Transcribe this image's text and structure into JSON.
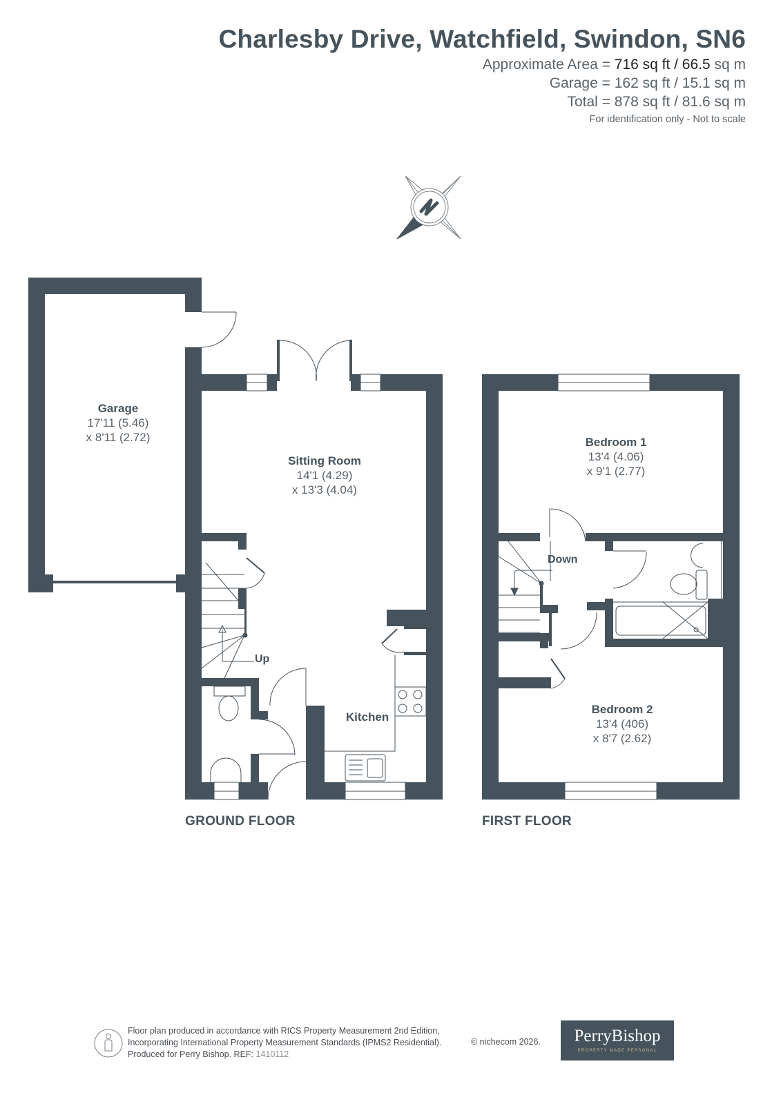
{
  "header": {
    "title": "Charlesby Drive, Watchfield, Swindon, SN6",
    "approx_area_label": "Approximate Area = ",
    "approx_area_value": "716 sq ft / 66.5",
    "approx_area_unit": " sq m",
    "garage_area": "Garage = 162 sq ft / 15.1 sq m",
    "total_area": "Total = 878 sq ft / 81.6 sq m",
    "note": "For identification only - Not to scale"
  },
  "compass": {
    "icon": "north-compass-icon",
    "letter": "N"
  },
  "ground_floor": {
    "label": "GROUND FLOOR",
    "rooms": [
      {
        "name": "Garage",
        "dim1": "17'11 (5.46)",
        "dim2": "x 8'11 (2.72)"
      },
      {
        "name": "Sitting Room",
        "dim1": "14'1 (4.29)",
        "dim2": "x 13'3 (4.04)"
      },
      {
        "name": "Kitchen"
      }
    ],
    "stairs_label": "Up"
  },
  "first_floor": {
    "label": "FIRST FLOOR",
    "rooms": [
      {
        "name": "Bedroom 1",
        "dim1": "13'4 (4.06)",
        "dim2": "x 9'1 (2.77)"
      },
      {
        "name": "Bedroom 2",
        "dim1": "13'4 (406)",
        "dim2": "x 8'7 (2.62)"
      }
    ],
    "stairs_label": "Down"
  },
  "colors": {
    "wall": "#46535c",
    "text": "#46535c",
    "logo_bg": "#46535c"
  },
  "footer": {
    "line1": "Floor plan produced in accordance with RICS Property Measurement 2nd Edition,",
    "line2": "Incorporating International Property Measurement Standards (IPMS2 Residential).",
    "line3_prefix": "Produced for Perry Bishop.   REF: ",
    "ref": "1410112",
    "copyright": "© nichecom 2026.",
    "logo_name": "PerryBishop",
    "logo_tagline": "PROPERTY MADE PERSONAL"
  }
}
